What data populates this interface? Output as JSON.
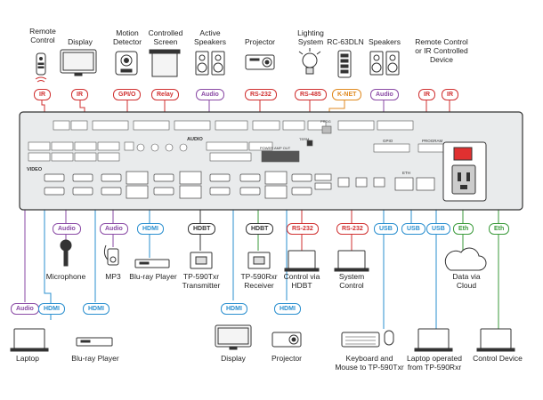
{
  "devices_top": {
    "remote_control": "Remote\nControl",
    "display": "Display",
    "motion_detector": "Motion\nDetector",
    "controlled_screen": "Controlled\nScreen",
    "active_speakers": "Active\nSpeakers",
    "projector": "Projector",
    "lighting_system": "Lighting\nSystem",
    "rc63dln": "RC-63DLN",
    "speakers": "Speakers",
    "remote_ir_device": "Remote Control\nor IR Controlled\nDevice"
  },
  "tags_top": {
    "ir_1": "IR",
    "ir_2": "IR",
    "gpio": "GPI/O",
    "relay": "Relay",
    "audio": "Audio",
    "rs232": "RS-232",
    "rs485": "RS-485",
    "knet": "K-NET",
    "audio_2": "Audio",
    "ir_3": "IR",
    "ir_4": "IR"
  },
  "devices_mid": {
    "microphone": "Microphone",
    "mp3": "MP3",
    "bluray_player": "Blu-ray Player",
    "tp590txr": "TP-590Txr\nTransmitter",
    "tp590rxr": "TP-590Rxr\nReceiver",
    "control_hdbt": "Control via\nHDBT",
    "system_control": "System\nControl",
    "data_cloud": "Data via\nCloud"
  },
  "tags_mid": {
    "audio_mic": "Audio",
    "audio_mp3": "Audio",
    "hdmi_bluray": "HDMI",
    "hdbt_tx": "HDBT",
    "hdbt_rx": "HDBT",
    "rs232_a": "RS-232",
    "rs232_b": "RS-232",
    "usb_1": "USB",
    "usb_2": "USB",
    "usb_3": "USB",
    "eth_1": "Eth",
    "eth_2": "Eth"
  },
  "devices_bottom": {
    "laptop": "Laptop",
    "bluray_player_2": "Blu-ray Player",
    "display_2": "Display",
    "projector_2": "Projector",
    "keyboard_mouse": "Keyboard and\nMouse to TP-590Txr",
    "laptop_rx": "Laptop operated\nfrom TP-590Rxr",
    "control_device": "Control Device"
  },
  "tags_bottom": {
    "audio_laptop": "Audio",
    "hdmi_laptop": "HDMI",
    "hdmi_bluray2": "HDMI",
    "hdmi_display": "HDMI",
    "hdmi_projector": "HDMI"
  },
  "panel": {
    "audio_label": "AUDIO",
    "video_label": "VIDEO",
    "gpio_label": "GPIO",
    "program_label": "PROGRAM",
    "eth_label": "ETH",
    "power_amp": "POWER AMP OUT",
    "term": "TERM",
    "prog": "PROG"
  },
  "colors": {
    "red": "#d03030",
    "green": "#3a9a3a",
    "blue": "#2a8fcf",
    "purple": "#8a4aa5",
    "orange": "#e08a20",
    "dark": "#333333"
  }
}
